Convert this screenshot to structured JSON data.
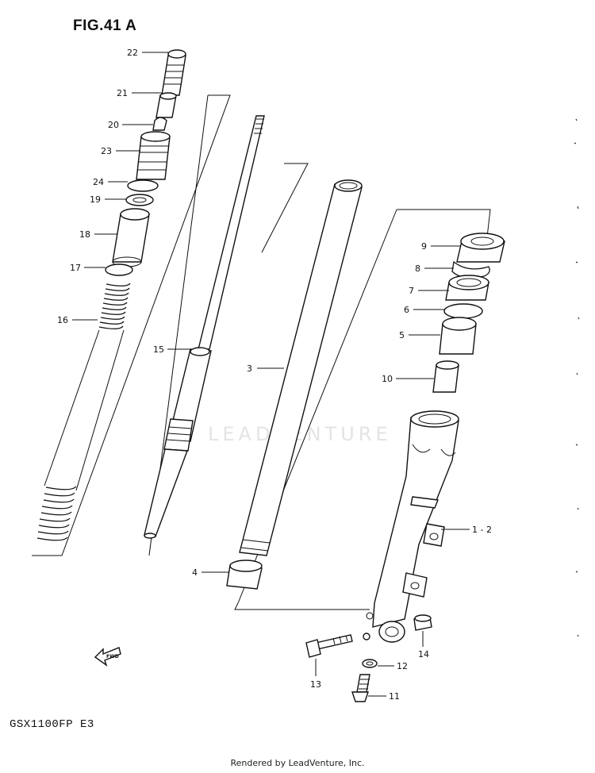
{
  "figure": {
    "title": "FIG.41 A",
    "model": "GSX1100FP E3",
    "footer": "Rendered by LeadVenture, Inc.",
    "watermark": "LEADVENTURE",
    "direction_tag": "FWD"
  },
  "callouts": [
    {
      "id": "22",
      "label": "22"
    },
    {
      "id": "21",
      "label": "21"
    },
    {
      "id": "20",
      "label": "20"
    },
    {
      "id": "23",
      "label": "23"
    },
    {
      "id": "24",
      "label": "24"
    },
    {
      "id": "19",
      "label": "19"
    },
    {
      "id": "18",
      "label": "18"
    },
    {
      "id": "17",
      "label": "17"
    },
    {
      "id": "16",
      "label": "16"
    },
    {
      "id": "15",
      "label": "15"
    },
    {
      "id": "3",
      "label": "3"
    },
    {
      "id": "9",
      "label": "9"
    },
    {
      "id": "8",
      "label": "8"
    },
    {
      "id": "7",
      "label": "7"
    },
    {
      "id": "6",
      "label": "6"
    },
    {
      "id": "5",
      "label": "5"
    },
    {
      "id": "10",
      "label": "10"
    },
    {
      "id": "1-2",
      "label": "1 - 2"
    },
    {
      "id": "4",
      "label": "4"
    },
    {
      "id": "14",
      "label": "14"
    },
    {
      "id": "12",
      "label": "12"
    },
    {
      "id": "13",
      "label": "13"
    },
    {
      "id": "11",
      "label": "11"
    }
  ]
}
